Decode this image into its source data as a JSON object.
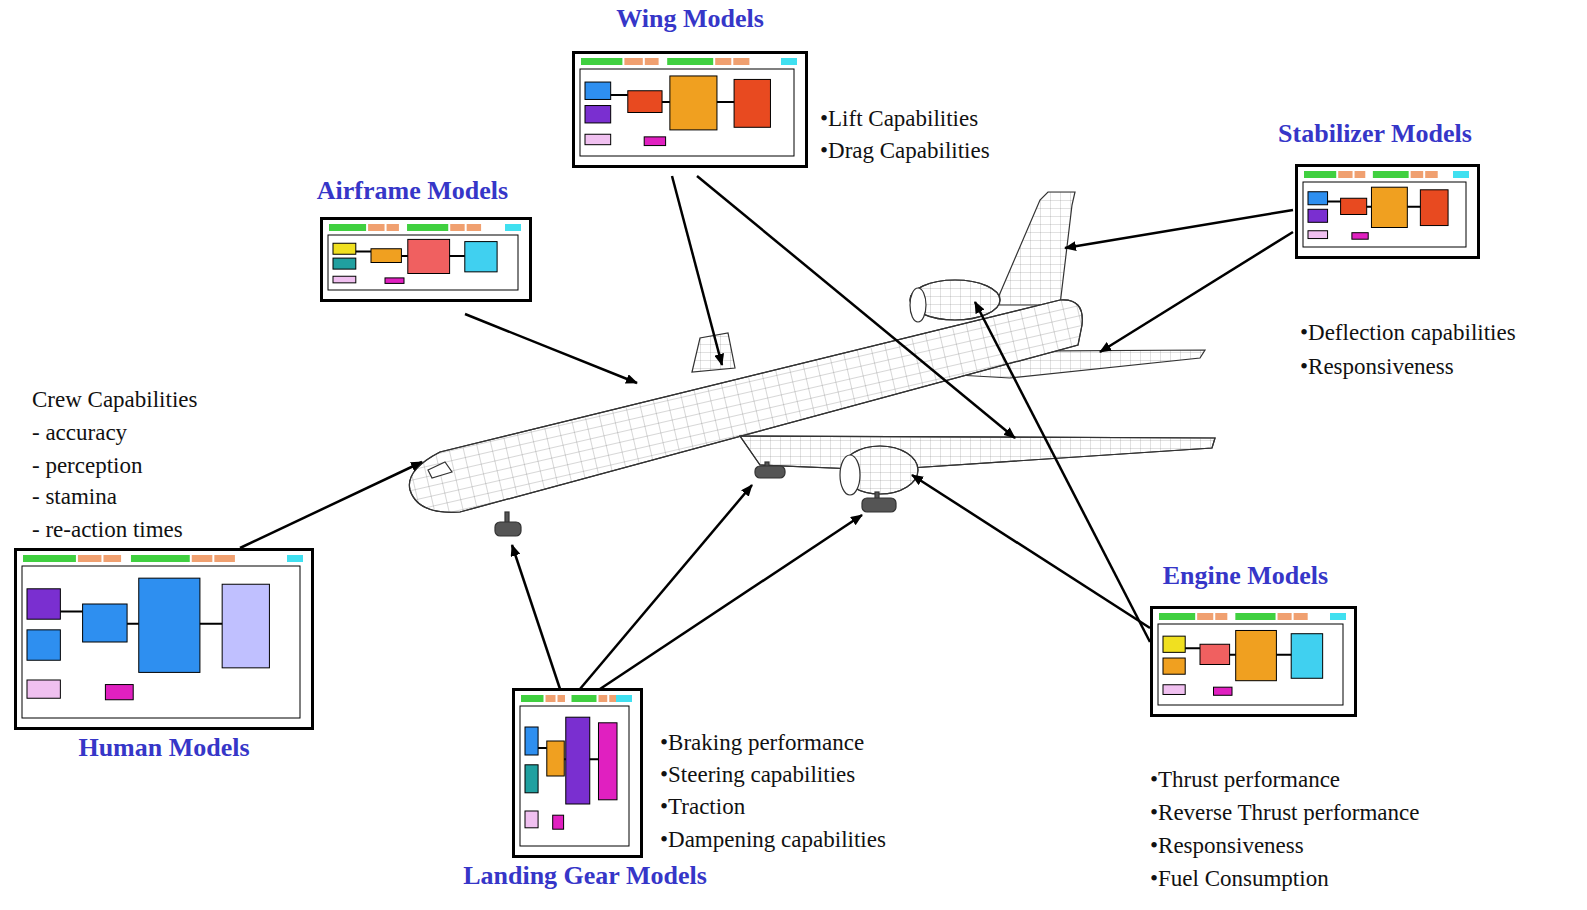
{
  "diagram": {
    "nodes": [
      {
        "text": [
          "Wing Models"
        ]
      },
      {
        "text": [
          "Airframe Models"
        ]
      },
      {
        "text": [
          "Stabilizer Models"
        ]
      },
      {
        "text": [
          "Human Models"
        ]
      },
      {
        "text": [
          "Landing Gear Models"
        ]
      },
      {
        "text": [
          "Engine Models"
        ]
      }
    ],
    "labels": [
      "•Lift Capabilities",
      "•Drag Capabilities",
      "•Deflection capabilities",
      "•Responsiveness",
      "Crew Capabilities",
      "- accuracy",
      "- perception",
      "- stamina",
      "- re-action times",
      "•Braking performance",
      "•Steering capabilities",
      "•Traction",
      "•Dampening capabilities",
      "•Thrust performance",
      "•Reverse Thrust performance",
      "•Responsiveness",
      "•Fuel Consumption"
    ]
  }
}
